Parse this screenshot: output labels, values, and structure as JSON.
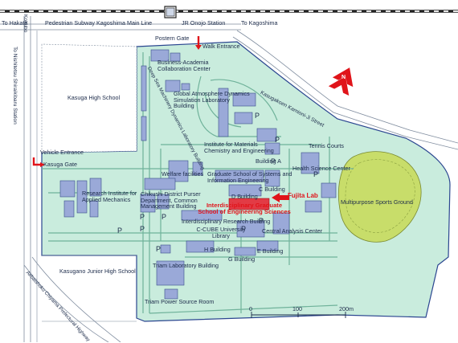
{
  "top_labels": {
    "to_hakata": "To Hakata",
    "pedestrian_subway": "Pedestrian Subway",
    "kagoshima_line": "Kagoshima Main Line",
    "jr_station": "JR Onojo Station",
    "to_kagoshima": "To Kagoshima",
    "kokubo": "Kokubo",
    "nishitetsu": "To Nishitetsu Shiraikibaru Station"
  },
  "gates": {
    "postern": "Postern Gate",
    "walk_entrance": "Walk Entrance",
    "vehicle_entrance": "Vehicle Entrance",
    "kasuga": "Kasuga Gate"
  },
  "buildings": {
    "business_academia": "Business-Academia Collaboration Center",
    "deep_sea": "Deep Sea Machinery Dynamics Laboratory Building",
    "global_atmosphere": "Global Atmosphere Dynamics Simulation Laboratory Building",
    "kasuga_high": "Kasuga High School",
    "materials": "Institute for Materials Chemistry and Engineering",
    "building_a": "Building A",
    "welfare": "Welfare facilities",
    "grad_school": "Graduate School of Systems and Information Engineering",
    "c_building": "C Building",
    "d_building": "D Building",
    "applied_mechanics": "Research Institute for Applied Mechanics",
    "chikushi_district": "Chikushi District Purser Department, Common Management Building",
    "interdisciplinary_research": "Interdisciplinary Research Building",
    "c_cube": "C-CUBE University Library",
    "central_analysis": "Central Analysis Center",
    "health_science": "Health Science Center",
    "tennis": "Tennis Courts",
    "multipurpose": "Multipurpose Sports Ground",
    "h_building": "H Building",
    "e_building": "E Building",
    "g_building": "G Building",
    "kasugano_junior": "Kasugano Junior High School",
    "triam_lab": "Triam Laboratory Building",
    "triam_power": "Triam Power Source Room",
    "street": "Kasugakoen Kamioni-Ji Street",
    "highway": "Airbaishoku Chiyama Prefectural Highway"
  },
  "highlight": {
    "igses": "Interdisciplinary Graduate School of Engineering Sciences",
    "fujita_lab": "Fujita Lab"
  },
  "parking_label": "P",
  "north_label": "N",
  "scale": {
    "labels": [
      "0",
      "100",
      "200m"
    ]
  },
  "colors": {
    "campus_fill": "#c9ecdd",
    "campus_border": "#2b4690",
    "building_fill": "#9aa9d8",
    "road_stroke": "#6fb29a",
    "sports_fill": "#c8dd6a",
    "highlight": "#e0141a"
  }
}
